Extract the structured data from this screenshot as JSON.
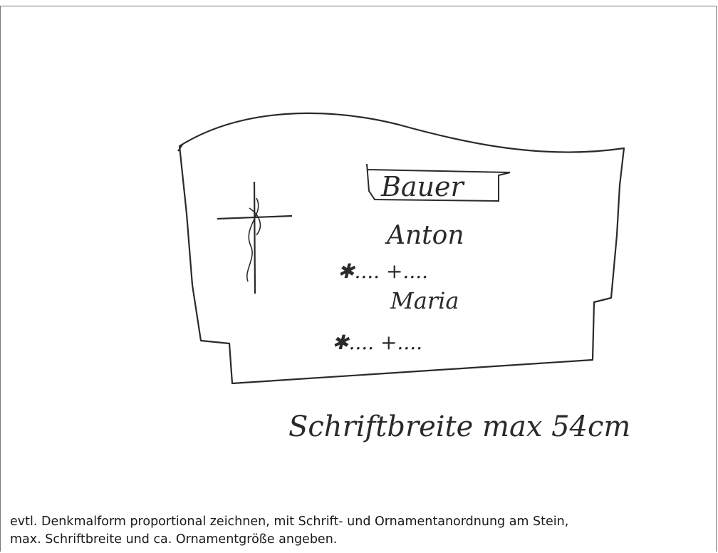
{
  "sketch": {
    "family_name": "Bauer",
    "name_1": "Anton",
    "dates_1": "✱.... +....",
    "name_2": "Maria",
    "dates_2": "✱.... +....",
    "note": "Schriftbreite max 54cm"
  },
  "caption": {
    "line_1": "evtl. Denkmalform proportional zeichnen, mit Schrift- und Ornamentanordnung am Stein,",
    "line_2": "max. Schriftbreite und ca. Ornamentgröße angeben."
  }
}
